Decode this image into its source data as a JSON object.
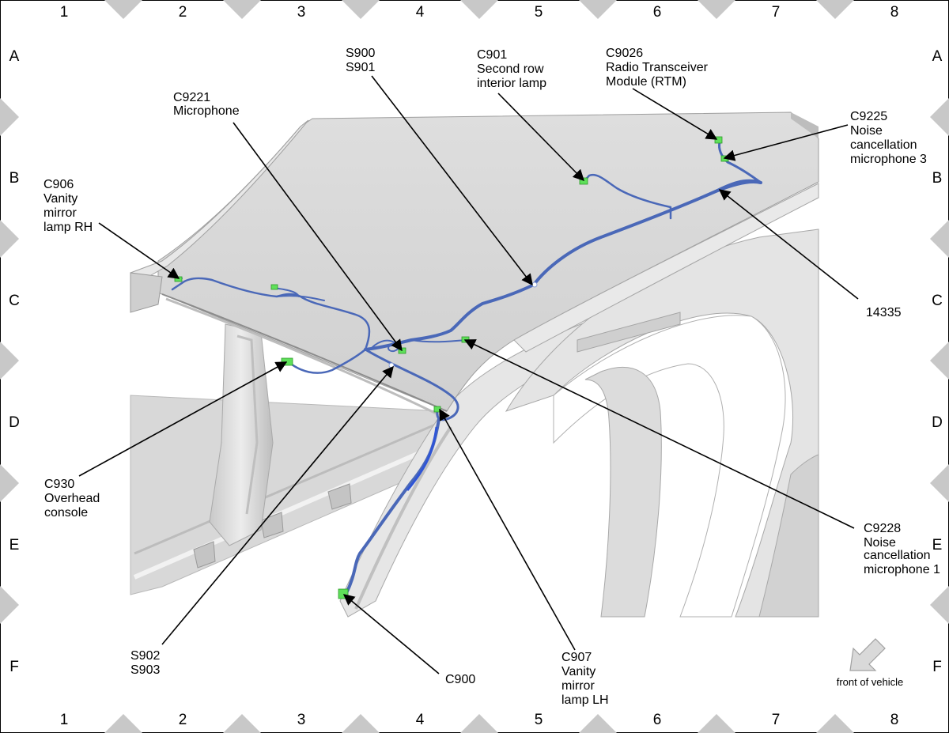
{
  "grid": {
    "columns": [
      "1",
      "2",
      "3",
      "4",
      "5",
      "6",
      "7",
      "8"
    ],
    "rows": [
      "A",
      "B",
      "C",
      "D",
      "E",
      "F"
    ]
  },
  "callouts": {
    "c906": [
      "C906",
      "Vanity",
      "mirror",
      "lamp RH"
    ],
    "c9221": [
      "C9221",
      "Microphone"
    ],
    "s900": [
      "S900",
      "S901"
    ],
    "c901": [
      "C901",
      "Second row",
      "interior lamp"
    ],
    "c9026": [
      "C9026",
      "Radio Transceiver",
      "Module (RTM)"
    ],
    "c9225": [
      "C9225",
      "Noise",
      "cancellation",
      "microphone 3"
    ],
    "p14335": [
      "14335"
    ],
    "c930": [
      "C930",
      "Overhead",
      "console"
    ],
    "c9228": [
      "C9228",
      "Noise",
      "cancellation",
      "microphone 1"
    ],
    "s902": [
      "S902",
      "S903"
    ],
    "c900": [
      "C900"
    ],
    "c907": [
      "C907",
      "Vanity",
      "mirror",
      "lamp LH"
    ]
  },
  "front_label": "front of vehicle",
  "colors": {
    "harness": "#4a68b8",
    "connector": "#5fe05a",
    "body": "#dcdcdc",
    "roof": "#d6d6d6",
    "grid_marker": "#c8c8c8"
  }
}
